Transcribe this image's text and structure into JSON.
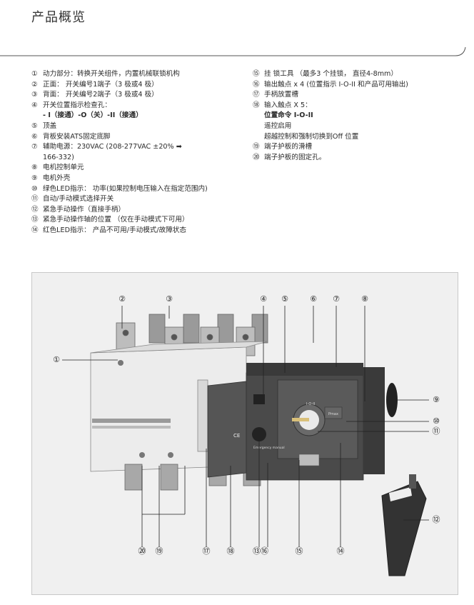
{
  "title": "产品概览",
  "left_items": [
    {
      "num": "①",
      "text": "动力部分：转换开关组件，内置机械联锁机构"
    },
    {
      "num": "②",
      "text": "正面：  开关编号1端子（3 极或4 极）"
    },
    {
      "num": "③",
      "text": "背面：  开关编号2端子（3 极或4 极）"
    },
    {
      "num": "④",
      "text": "开关位置指示检查孔：",
      "cont": "- I（接通）-O（关）-II（接通）"
    },
    {
      "num": "⑤",
      "text": "顶盖"
    },
    {
      "num": "⑥",
      "text": "背板安装ATS固定底脚"
    },
    {
      "num": "⑦",
      "text": "辅助电源：230VAC (208-277VAC ±20% ➡",
      "cont": "166-332)"
    },
    {
      "num": "⑧",
      "text": "电机控制单元"
    },
    {
      "num": "⑨",
      "text": "电机外壳"
    },
    {
      "num": "⑩",
      "text": "绿色LED指示：  功率(如果控制电压输入在指定范围内)"
    },
    {
      "num": "⑪",
      "text": "自动/手动模式选择开关"
    },
    {
      "num": "⑫",
      "text": "紧急手动操作（直接手柄）"
    },
    {
      "num": "⑬",
      "text": "紧急手动操作轴的位置 （仅在手动模式下可用）"
    },
    {
      "num": "⑭",
      "text": "红色LED指示：  产品不可用/手动模式/故障状态"
    }
  ],
  "right_items": [
    {
      "num": "⑮",
      "text": "挂 锁工具 （最多3 个挂锁， 直径4-8mm）"
    },
    {
      "num": "⑯",
      "text": "输出触点 x 4 (位置指示 I-O-II 和产品可用输出)"
    },
    {
      "num": "⑰",
      "text": "手柄放置槽"
    },
    {
      "num": "⑱",
      "text": "输入触点 X 5：",
      "conts": [
        "位置命令 I-O-II",
        "遥控启用",
        "超越控制和强制切换到Off 位置"
      ]
    },
    {
      "num": "⑲",
      "text": "端子护板的滑槽"
    },
    {
      "num": "⑳",
      "text": "端子护板的固定孔。"
    }
  ],
  "figure": {
    "labels": {
      "c1": "①",
      "c2": "②",
      "c3": "③",
      "c4": "④",
      "c5": "⑤",
      "c6": "⑥",
      "c7": "⑦",
      "c8": "⑧",
      "c9": "⑨",
      "c10": "⑩",
      "c11": "⑪",
      "c12": "⑫",
      "c13": "⑬",
      "c14": "⑭",
      "c15": "⑮",
      "c16": "⑯",
      "c17": "⑰",
      "c18": "⑱",
      "c19": "⑲",
      "c20": "⑳"
    },
    "dial_label": "I-O-II",
    "lcd_text": "Pmax",
    "side_text": "Emergency manual",
    "ce_mark": "CE"
  }
}
